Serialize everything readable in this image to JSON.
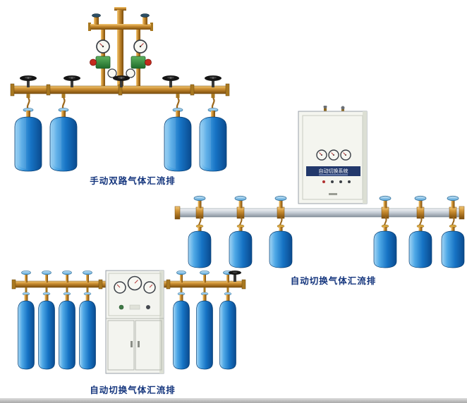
{
  "page": {
    "background_color": "#ffffff",
    "bottom_border_color": "#b5b5b5"
  },
  "products": [
    {
      "name": "manual-dual-gas-manifold",
      "caption": "手动双路气体汇流排",
      "cylinder_count": 4
    },
    {
      "name": "auto-switch-gas-manifold-wall-cabinet",
      "caption": "自动切换气体汇流排",
      "cabinet_label": "自动切换系统",
      "cylinder_count": 6
    },
    {
      "name": "auto-switch-gas-manifold-floor-cabinet",
      "caption": "自动切换气体汇流排",
      "cylinder_count": 7
    }
  ],
  "colors": {
    "caption_text": "#14357d",
    "brass_pipe": "#cf9336",
    "cylinder_blue": "#1673c4",
    "steel_pipe": "#c3cbd4",
    "cabinet_body": "#f3f4ef",
    "valve_knob_blue": "#7fc0e8",
    "regulator_green": "#2f8f3f",
    "handwheel_black": "#151515"
  }
}
